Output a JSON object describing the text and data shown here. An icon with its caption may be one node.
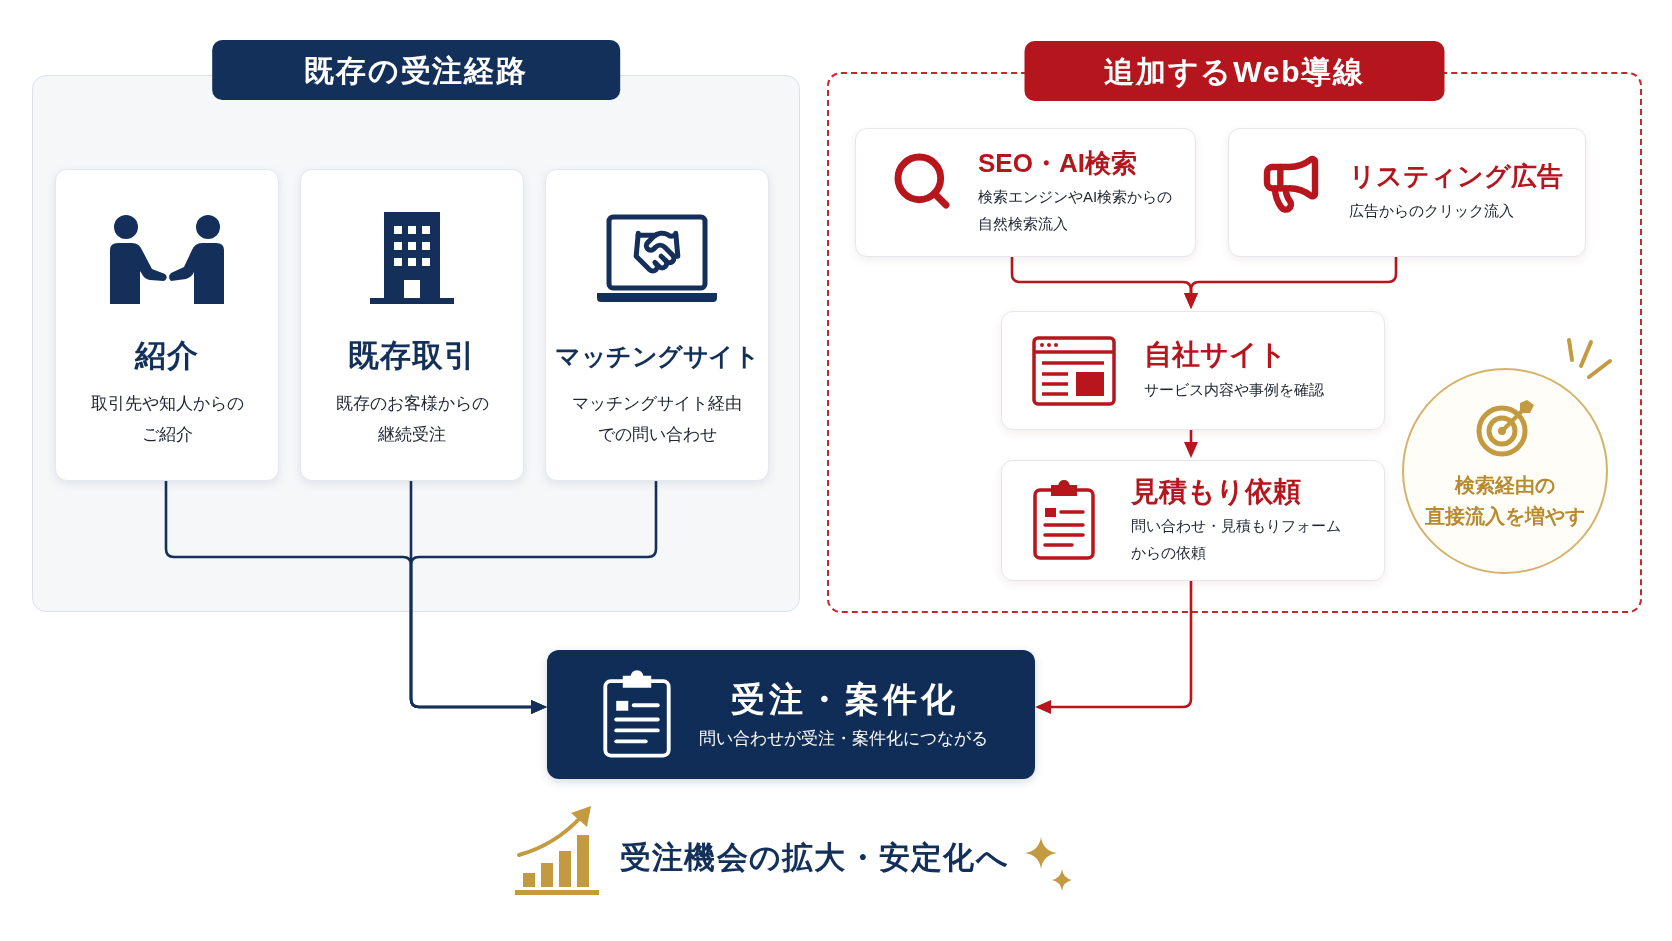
{
  "diagram": {
    "nodes": [
      {
        "text": [
          "既存の受注経路"
        ]
      },
      {
        "text": [
          "紹介",
          "取引先や知人からのご紹介"
        ],
        "in": 0
      },
      {
        "text": [
          "既存取引",
          "既存のお客様からの継続受注"
        ],
        "in": 0
      },
      {
        "text": [
          "マッチングサイト",
          "マッチングサイト経由での問い合わせ"
        ],
        "in": 0
      },
      {
        "text": [
          "追加するWeb導線"
        ]
      },
      {
        "text": [
          "SEO・AI検索",
          "検索エンジンやAI検索からの自然検索流入"
        ],
        "in": 4
      },
      {
        "text": [
          "リスティング広告",
          "広告からのクリック流入"
        ],
        "in": 4
      },
      {
        "text": [
          "自社サイト",
          "サービス内容や事例を確認"
        ],
        "in": 4
      },
      {
        "text": [
          "見積もり依頼",
          "問い合わせ・見積もりフォームからの依頼"
        ],
        "in": 4
      },
      {
        "text": [
          "検索経由の直接流入を増やす"
        ],
        "in": 4
      },
      {
        "text": [
          "受注・案件化",
          "問い合わせが受注・案件化につながる"
        ]
      }
    ],
    "edges": [
      {
        "from": 1,
        "to": 10,
        "arrow": "to",
        "color": "#14305a"
      },
      {
        "from": 2,
        "to": 10,
        "arrow": "to",
        "color": "#14305a"
      },
      {
        "from": 3,
        "to": 10,
        "arrow": "to",
        "color": "#14305a"
      },
      {
        "from": 5,
        "to": 7,
        "arrow": "to"
      },
      {
        "from": 6,
        "to": 7,
        "arrow": "to"
      },
      {
        "from": 7,
        "to": 8,
        "arrow": "to"
      },
      {
        "from": 8,
        "to": 10,
        "arrow": "to"
      }
    ],
    "labels": [
      "受注機会の拡大・安定化へ"
    ]
  }
}
